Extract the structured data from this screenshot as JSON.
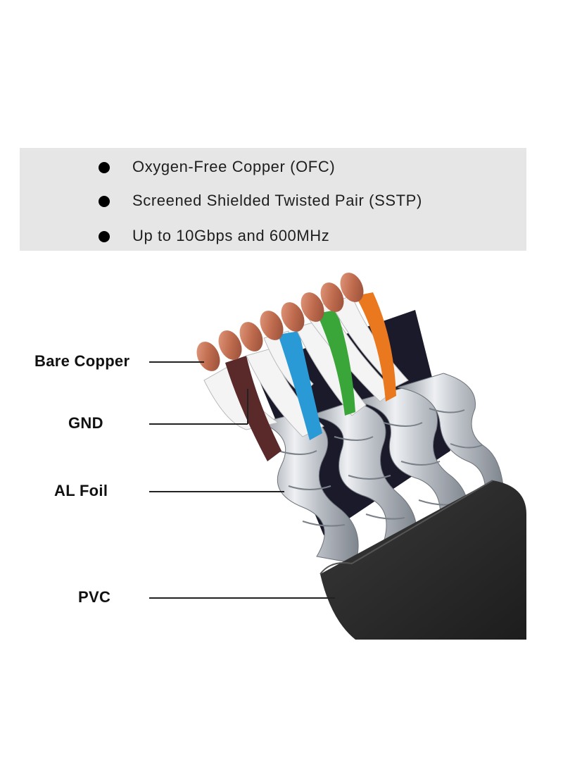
{
  "features": [
    {
      "text": "Oxygen-Free Copper (OFC)"
    },
    {
      "text": "Screened Shielded Twisted Pair (SSTP)"
    },
    {
      "text": "Up to 10Gbps and 600MHz"
    }
  ],
  "labels": {
    "bare_copper": "Bare Copper",
    "gnd": "GND",
    "al_foil": "AL Foil",
    "pvc": "PVC"
  },
  "colors": {
    "panel_bg": "#e6e6e6",
    "copper": "#c8765a",
    "pvc_jacket": "#2a2a2a",
    "foil": "#c9cdd3",
    "wires": {
      "white": "#f4f4f4",
      "brown": "#5a2a2a",
      "blue": "#2a9ad6",
      "green": "#3aa63a",
      "orange": "#e9781e"
    }
  }
}
